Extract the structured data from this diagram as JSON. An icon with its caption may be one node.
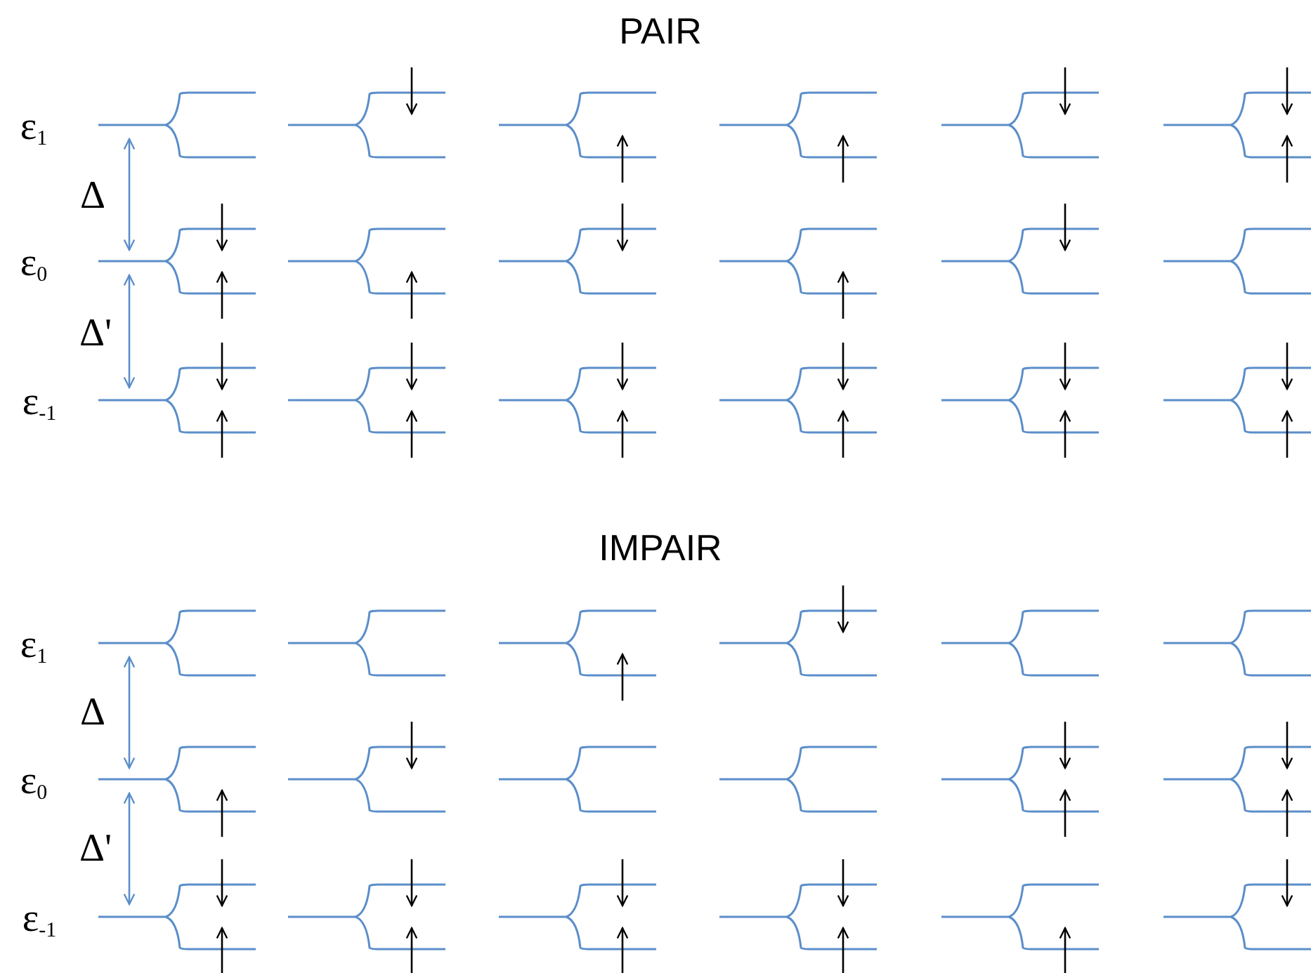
{
  "diagram": {
    "labels": [
      "PAIR",
      "ε$_{1}$",
      "Δ",
      "ε$_{0}$",
      "Δ'",
      "ε$_{-1}$",
      "IMPAIR",
      "ε$_{1}$",
      "Δ",
      "ε$_{0}$",
      "Δ'",
      "ε$_{-1}$"
    ]
  }
}
